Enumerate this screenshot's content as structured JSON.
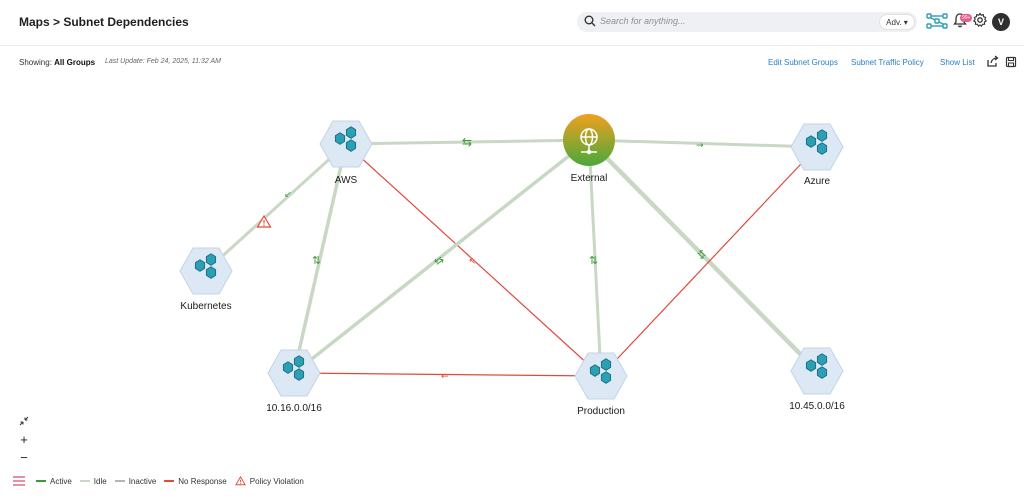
{
  "header": {
    "breadcrumb": "Maps > Subnet Dependencies",
    "search_placeholder": "Search for anything...",
    "adv_label": "Adv.",
    "bell_badge": "99+",
    "avatar_initial": "V"
  },
  "status": {
    "showing_label": "Showing:",
    "showing_value": "All Groups",
    "last_update": "Last Update: Feb 24, 2025, 11:32 AM",
    "actions": [
      "Edit Subnet Groups",
      "Subnet Traffic Policy",
      "Show List"
    ]
  },
  "nodes": {
    "aws": "AWS",
    "external": "External",
    "azure": "Azure",
    "kubernetes": "Kubernetes",
    "subnet16": "10.16.0.0/16",
    "production": "Production",
    "subnet45": "10.45.0.0/16"
  },
  "legend": {
    "active": "Active",
    "idle": "Idle",
    "inactive": "Inactive",
    "no_response": "No Response",
    "policy_violation": "Policy Violation"
  },
  "colors": {
    "active": "#3a9a3a",
    "idle": "#c9d8c4",
    "inactive": "#b5b5b5",
    "no_response": "#e04a3a",
    "hex_fill": "#dde8f5",
    "hex_cluster": "#2b9fb3",
    "external_top": "#f0a020",
    "external_bottom": "#4aa83a",
    "link": "#2a7fc4"
  }
}
